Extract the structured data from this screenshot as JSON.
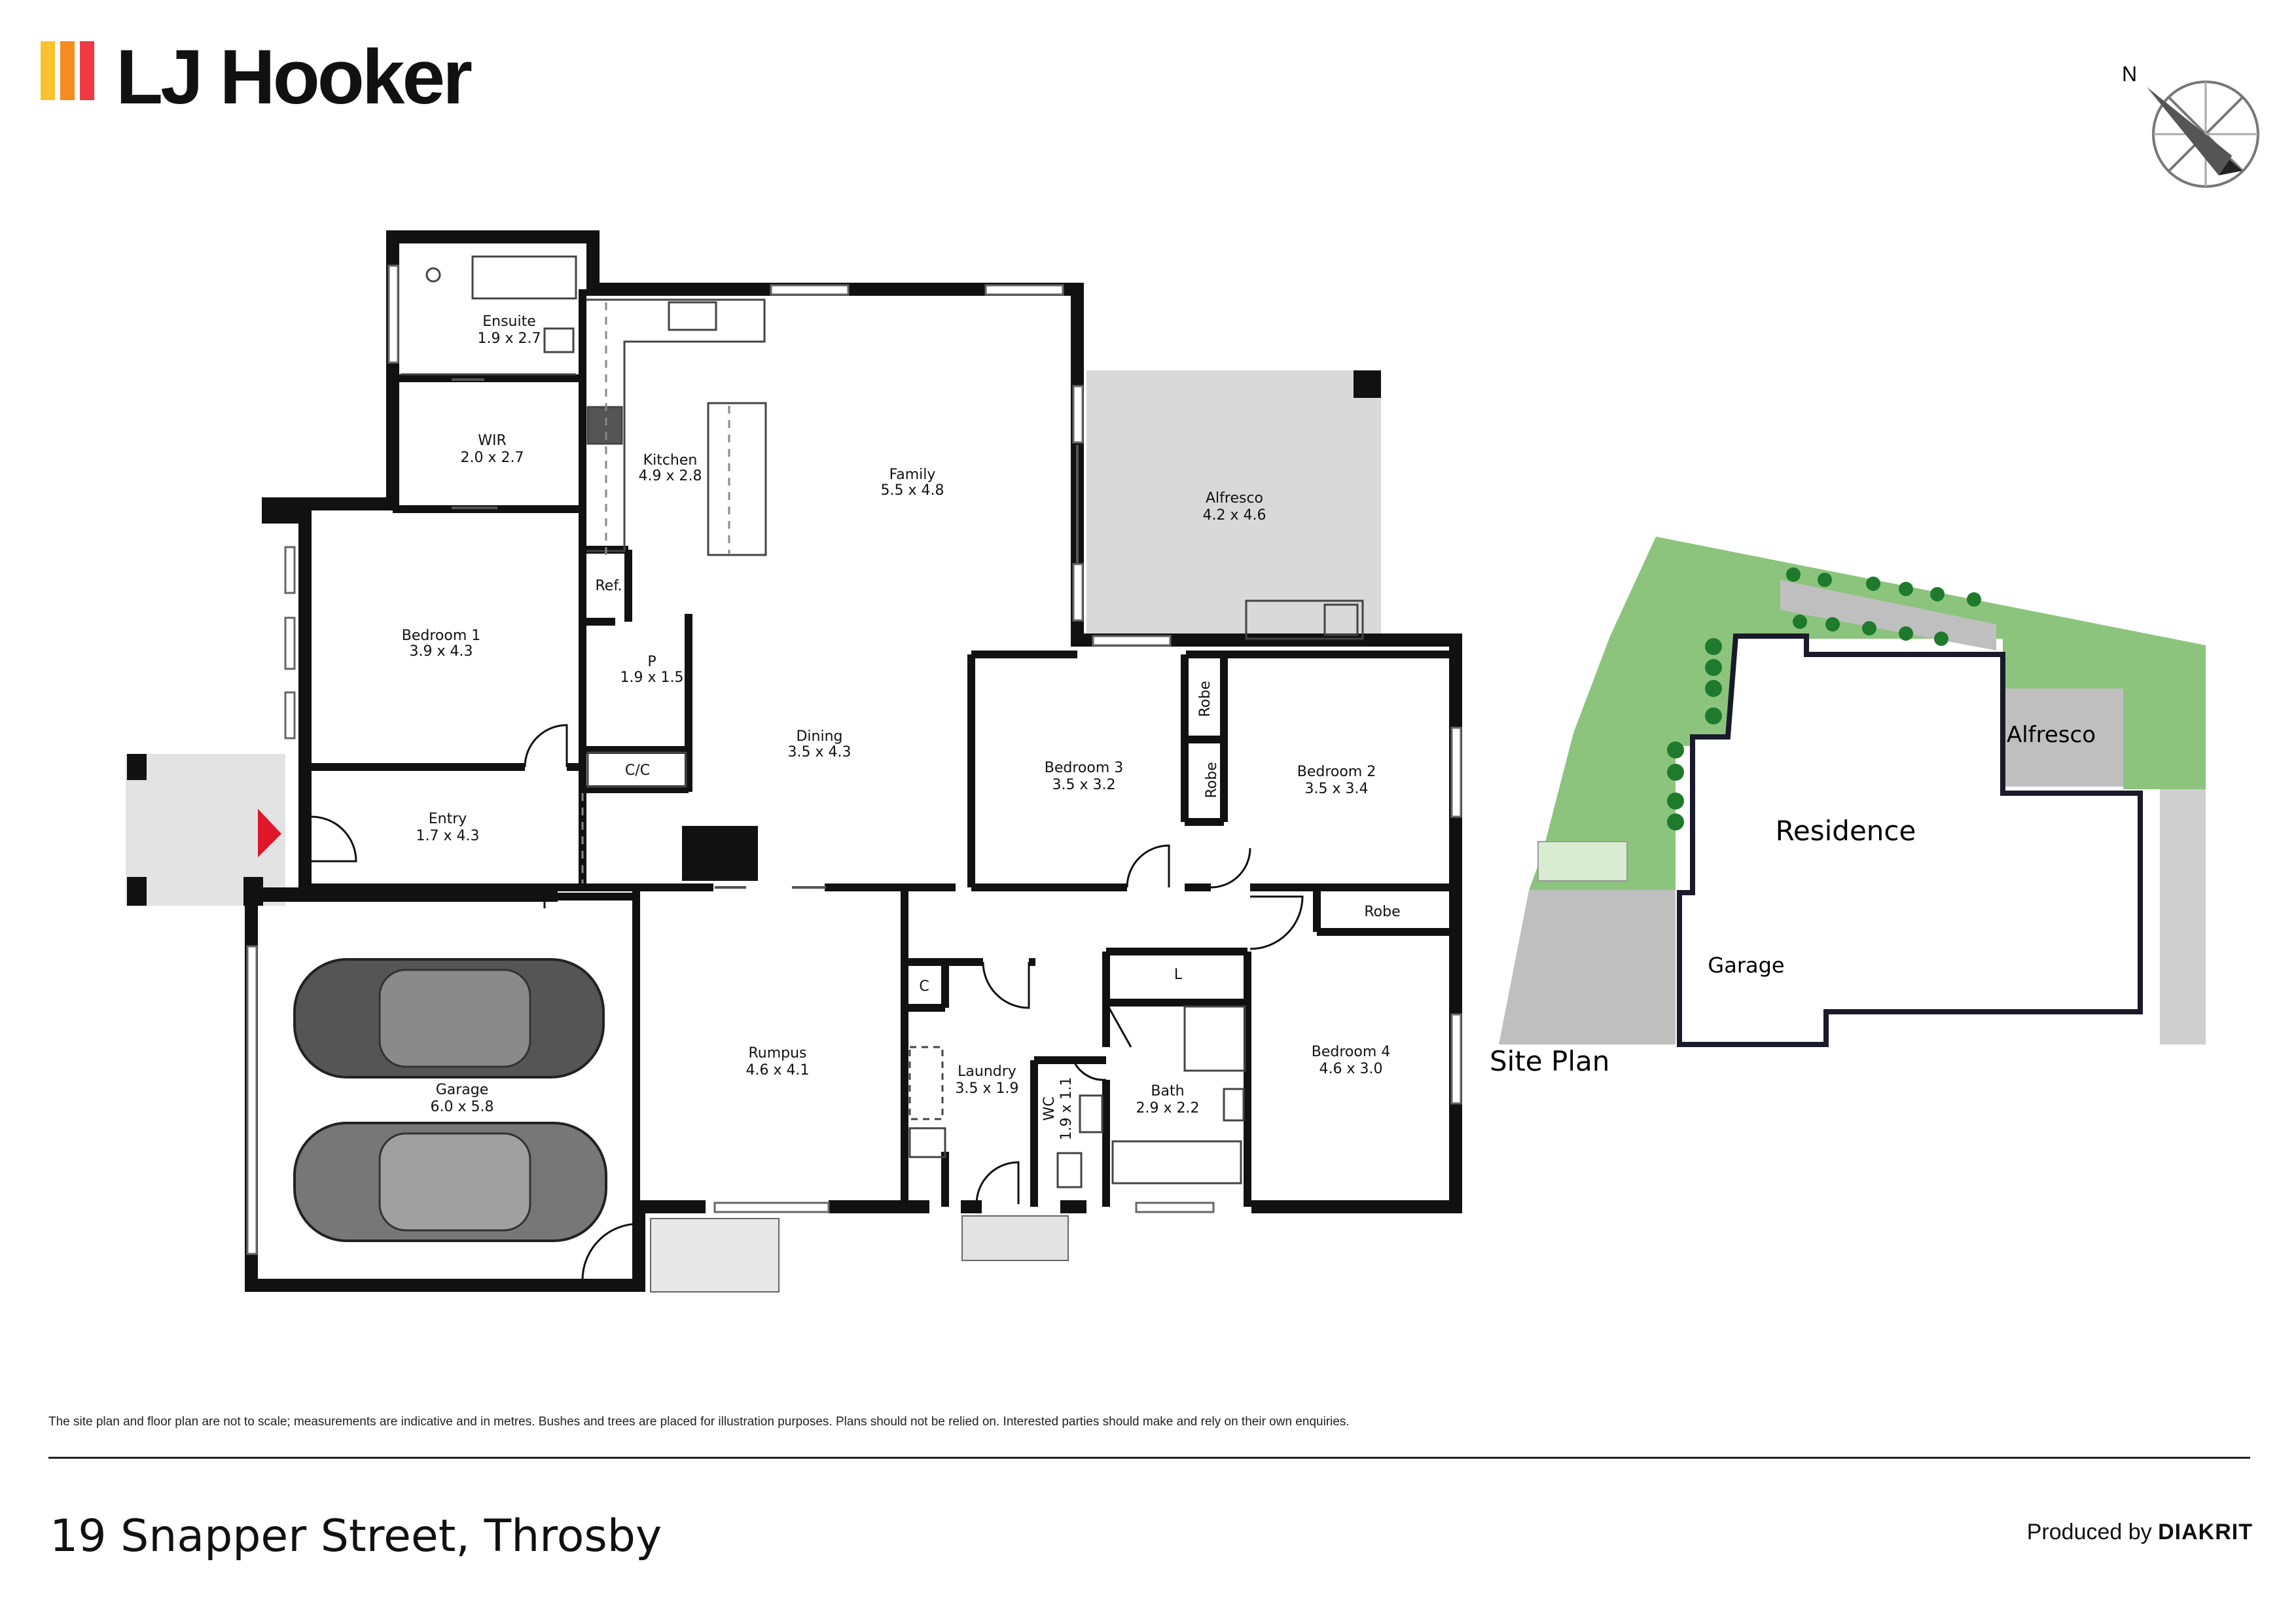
{
  "brand": {
    "name": "LJ Hooker",
    "stripe_colors": [
      "#f9c22e",
      "#f68b1f",
      "#ee3b43"
    ]
  },
  "compass": {
    "north_label": "N"
  },
  "rooms": {
    "ensuite": {
      "name": "Ensuite",
      "dims": "1.9 x 2.7"
    },
    "wir": {
      "name": "WIR",
      "dims": "2.0 x 2.7"
    },
    "kitchen": {
      "name": "Kitchen",
      "dims": "4.9 x 2.8"
    },
    "family": {
      "name": "Family",
      "dims": "5.5 x 4.8"
    },
    "alfresco": {
      "name": "Alfresco",
      "dims": "4.2 x 4.6"
    },
    "bedroom1": {
      "name": "Bedroom 1",
      "dims": "3.9 x 4.3"
    },
    "ref": {
      "name": "Ref."
    },
    "pantry": {
      "name": "P",
      "dims": "1.9 x 1.5"
    },
    "cc": {
      "name": "C/C"
    },
    "dining": {
      "name": "Dining",
      "dims": "3.5 x 4.3"
    },
    "bedroom3": {
      "name": "Bedroom 3",
      "dims": "3.5 x 3.2"
    },
    "robe_b3": {
      "name": "Robe"
    },
    "robe_b2": {
      "name": "Robe"
    },
    "bedroom2": {
      "name": "Bedroom 2",
      "dims": "3.5 x 3.4"
    },
    "entry": {
      "name": "Entry",
      "dims": "1.7 x 4.3"
    },
    "robe_b4": {
      "name": "Robe"
    },
    "linen": {
      "name": "L"
    },
    "cupboard": {
      "name": "C"
    },
    "garage": {
      "name": "Garage",
      "dims": "6.0 x 5.8"
    },
    "rumpus": {
      "name": "Rumpus",
      "dims": "4.6 x 4.1"
    },
    "laundry": {
      "name": "Laundry",
      "dims": "3.5 x 1.9"
    },
    "wc": {
      "name": "WC",
      "dims": "1.9 x 1.1"
    },
    "bath": {
      "name": "Bath",
      "dims": "2.9 x 2.2"
    },
    "bedroom4": {
      "name": "Bedroom 4",
      "dims": "4.6 x 3.0"
    }
  },
  "site_plan": {
    "title": "Site Plan",
    "residence": "Residence",
    "alfresco": "Alfresco",
    "garage": "Garage"
  },
  "colors": {
    "wall": "#111111",
    "alfresco_fill": "#d9d9d9",
    "lawn": "#8cc47e",
    "driveway": "#bfbfbf",
    "tree": "#1f7a2e",
    "entry_arrow": "#e0162b"
  },
  "footer": {
    "disclaimer": "The site plan and floor plan are not to scale; measurements are indicative and in metres. Bushes and trees are placed for illustration purposes. Plans should not be relied on. Interested parties should make and rely on their own enquiries.",
    "address": "19 Snapper Street, Throsby",
    "produced_by": "Produced by",
    "producer": "DIAKRIT"
  }
}
